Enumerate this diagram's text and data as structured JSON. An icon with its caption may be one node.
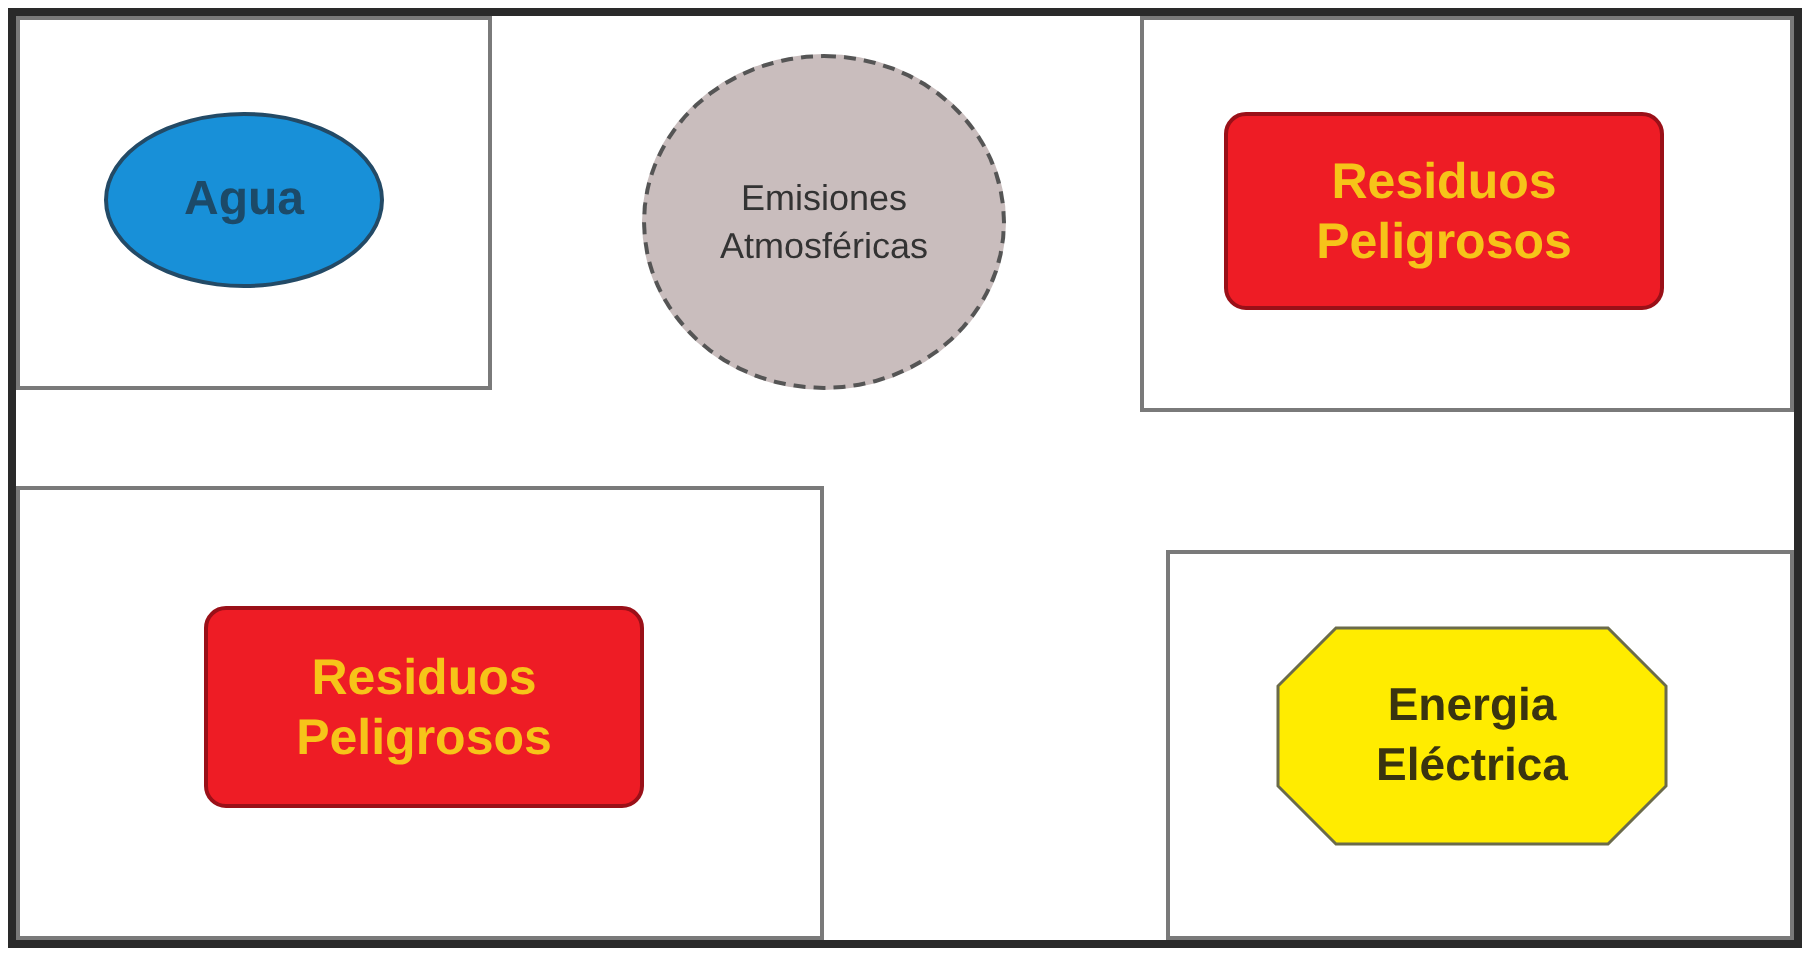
{
  "diagram": {
    "nodes": [
      {
        "text": [],
        "shape": "box"
      },
      {
        "text": [],
        "shape": "box",
        "in": 0
      },
      {
        "text": [
          "Agua"
        ],
        "in": 1
      },
      {
        "text": [
          "Emisiones Atmosféricas"
        ],
        "in": 0
      },
      {
        "text": [],
        "shape": "box",
        "in": 0
      },
      {
        "text": [
          "Residuos Peligrosos"
        ],
        "in": 4
      },
      {
        "text": [],
        "shape": "box",
        "in": 0
      },
      {
        "text": [
          "Residuos Peligrosos"
        ],
        "in": 6
      },
      {
        "text": [],
        "shape": "box",
        "in": 0
      },
      {
        "text": [
          "Energia Eléctrica"
        ],
        "in": 8
      }
    ]
  }
}
